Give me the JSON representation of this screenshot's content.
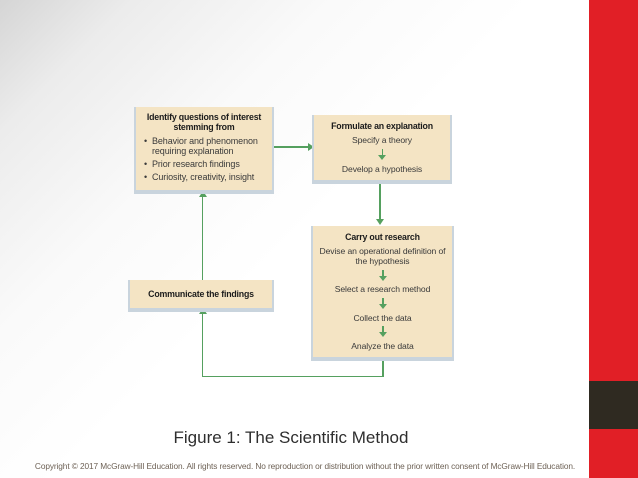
{
  "slide": {
    "caption": "Figure 1: The Scientific Method",
    "copyright": "Copyright © 2017 McGraw-Hill Education. All rights reserved. No reproduction or distribution without the prior written consent of McGraw-Hill Education."
  },
  "colors": {
    "accent_red": "#e11f26",
    "black_block": "#2f2a21",
    "box_fill": "#f4e4c4",
    "box_shadow": "#c9d4dd",
    "arrow_green": "#55a05f"
  },
  "diagram": {
    "identify": {
      "title": "Identify questions of interest stemming from",
      "bullets": [
        "Behavior and phenomenon requiring explanation",
        "Prior research findings",
        "Curiosity, creativity, insight"
      ]
    },
    "formulate": {
      "title": "Formulate an explanation",
      "steps": [
        "Specify a theory",
        "Develop a hypothesis"
      ]
    },
    "research": {
      "title": "Carry out research",
      "steps": [
        "Devise an operational definition of the hypothesis",
        "Select a research method",
        "Collect the data",
        "Analyze the data"
      ]
    },
    "communicate": {
      "title": "Communicate the findings"
    }
  }
}
